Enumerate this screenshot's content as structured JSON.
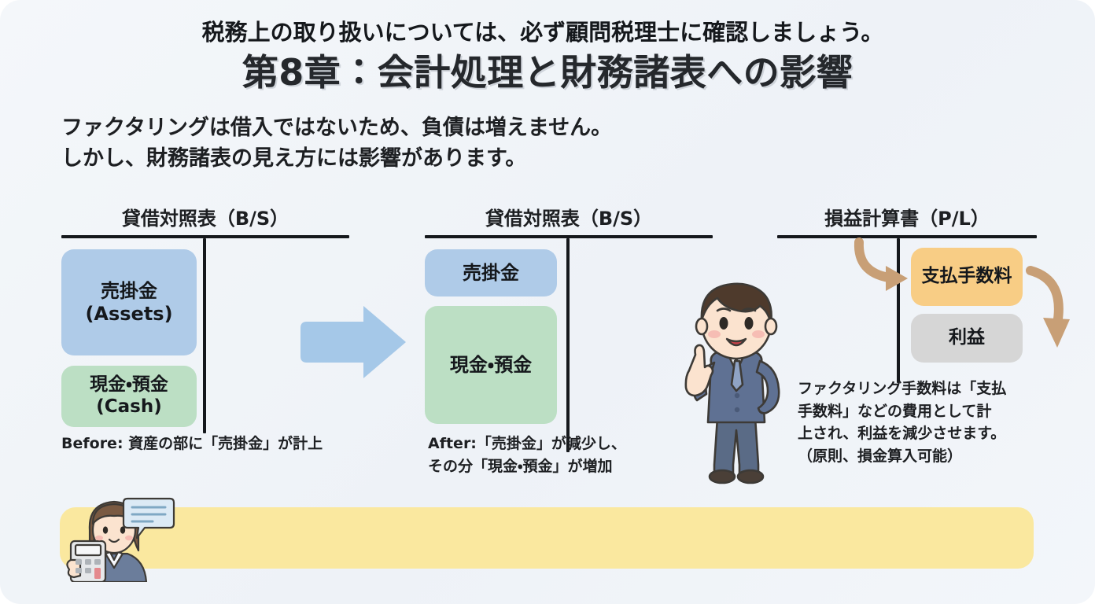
{
  "slide": {
    "title": "第8章：会計処理と財務諸表への影響",
    "subtitle_lines": [
      "ファクタリングは借入ではないため、負債は増えません。",
      "しかし、財務諸表の見え方には影響があります。"
    ]
  },
  "panels": {
    "before": {
      "header": "貸借対照表（B/S）",
      "boxes": [
        {
          "label_line1": "売掛金",
          "label_line2": "(Assets)",
          "color": "#afcbe8",
          "name": "accounts-receivable"
        },
        {
          "label_line1": "現金・預金",
          "label_line2": "(Cash)",
          "color": "#bcdfc4",
          "name": "cash-deposits"
        }
      ],
      "caption_lines": [
        "Before: 資産の部に「売掛金」が計上"
      ]
    },
    "after": {
      "header": "貸借対照表（B/S）",
      "boxes": [
        {
          "label_line1": "売掛金",
          "label_line2": "",
          "color": "#afcbe8",
          "name": "accounts-receivable"
        },
        {
          "label_line1": "現金・預金",
          "label_line2": "",
          "color": "#bcdfc4",
          "name": "cash-deposits"
        }
      ],
      "caption_lines": [
        "After:「売掛金」が減少し、",
        "その分「現金・預金」が増加"
      ]
    },
    "pl": {
      "header": "損益計算書（P/L）",
      "boxes": [
        {
          "label_line1": "支払手数料",
          "label_line2": "",
          "color": "#f8cd85",
          "name": "payment-fee"
        },
        {
          "label_line1": "利益",
          "label_line2": "",
          "color": "#d6d6d6",
          "name": "profit"
        }
      ],
      "caption_lines": [
        "ファクタリング手数料は「支払",
        "手数料」などの費用として計",
        "上され、利益を減少させます。",
        "（原則、損金算入可能）"
      ]
    }
  },
  "banner": {
    "text": "税務上の取り扱いについては、必ず顧問税理士に確認しましょう。",
    "background_color": "#fae89f"
  },
  "icons": {
    "transition_arrow": "right-arrow-icon",
    "pl_inflow_arrow": "curved-arrow-down-right-icon",
    "pl_outflow_arrow": "curved-arrow-down-left-icon",
    "presenter": "businessman-pointing-icon",
    "advisor": "businesswoman-with-calculator-icon",
    "speech_bubble": "speech-bubble-icon"
  },
  "colors": {
    "background": "#f1f5f9",
    "arrow_blue": "#a5c8e8",
    "arrow_tan": "#c89f76",
    "rule_dark": "#15181c"
  }
}
